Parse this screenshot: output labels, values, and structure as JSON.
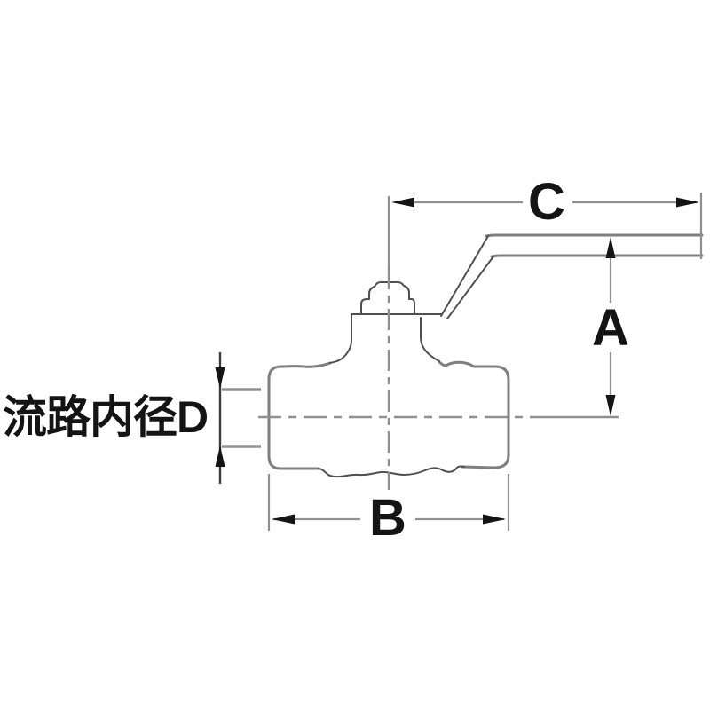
{
  "diagram": {
    "type": "technical-drawing",
    "subject": "ball-valve-side-view",
    "labels": {
      "dim_c": "C",
      "dim_a": "A",
      "dim_b": "B",
      "bore": "流路内径D"
    },
    "colors": {
      "background": "#ffffff",
      "outline": "#7f7f7f",
      "detail": "#4f4f4f",
      "dimension": "#909090",
      "arrow": "#141414",
      "text": "#141414"
    }
  }
}
